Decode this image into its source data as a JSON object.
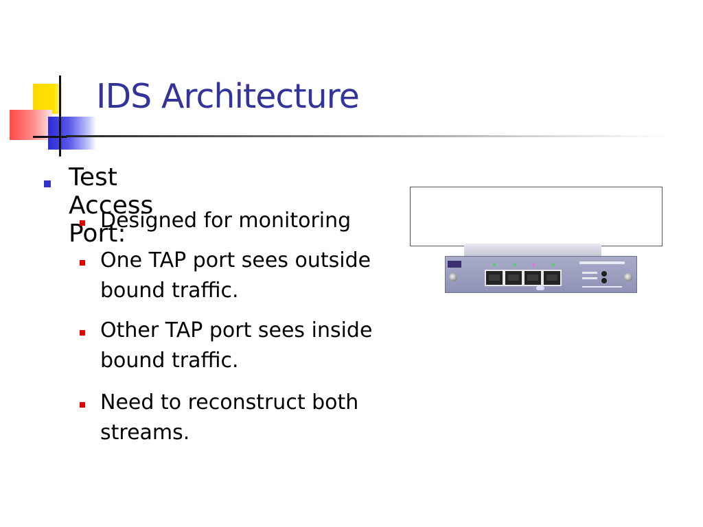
{
  "slide": {
    "title": "IDS Architecture",
    "bullets": [
      {
        "text": "Test Access Port:",
        "children": [
          {
            "lines": [
              "Designed for monitoring"
            ]
          },
          {
            "lines": [
              "One TAP port sees outside",
              "bound traffic."
            ]
          },
          {
            "lines": [
              "Other TAP port sees inside",
              "bound traffic."
            ]
          },
          {
            "lines": [
              "Need to reconstruct both",
              "streams."
            ]
          }
        ]
      }
    ]
  },
  "colors": {
    "title": "#333399",
    "bullet_level1": "#3333cc",
    "bullet_level2": "#e00000",
    "device_face": "#9a9dbf"
  },
  "icons": {
    "corner_decoration": "color-squares-crosshair",
    "device_image": "ethernet-tap-device-photo"
  }
}
